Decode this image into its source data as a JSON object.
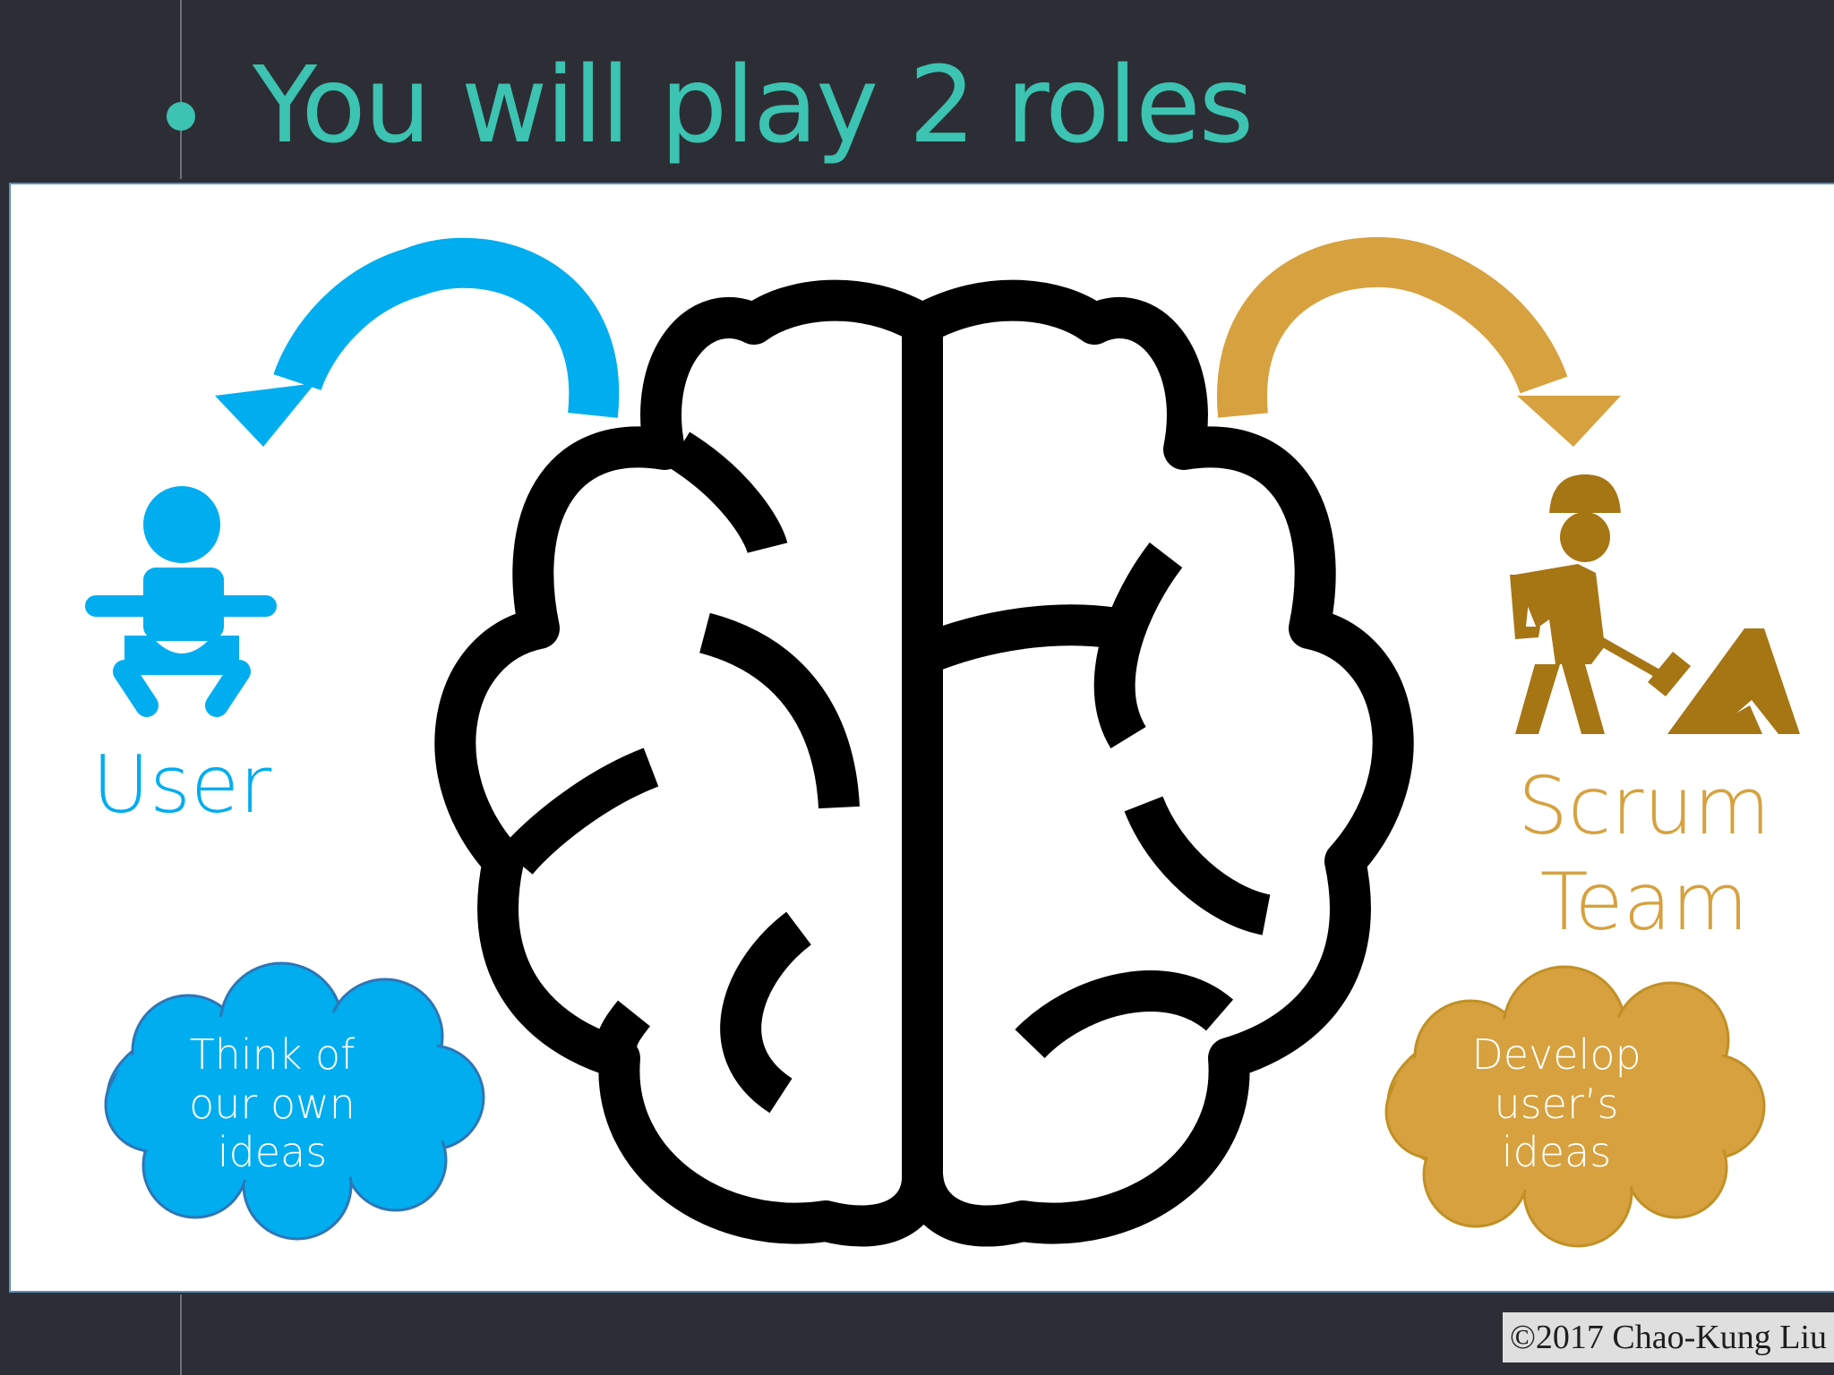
{
  "slide": {
    "title": "You will play 2 roles",
    "copyright": "©2017 Chao-Kung Liu"
  },
  "roles": {
    "user": {
      "label": "User",
      "cloud_lines": [
        "Think of",
        "our own",
        "ideas"
      ],
      "icon": "baby-icon"
    },
    "team": {
      "label_lines": [
        "Scrum",
        "Team"
      ],
      "cloud_lines": [
        "Develop",
        "user’s",
        "ideas"
      ],
      "icon": "construction-worker-icon"
    }
  },
  "center_icon": "brain-icon",
  "colors": {
    "background": "#2d2e35",
    "title": "#3cc3b1",
    "user_blue": "#00adef",
    "team_gold": "#d6a13e",
    "worker_brown": "#a67514",
    "panel": "#ffffff"
  }
}
